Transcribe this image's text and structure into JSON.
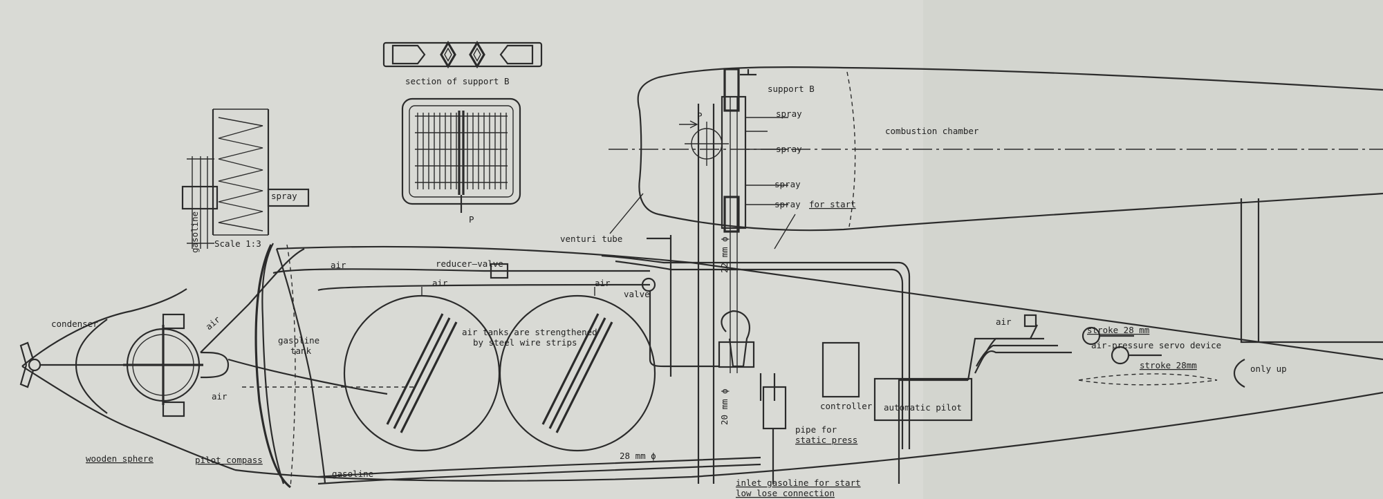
{
  "labels": {
    "section_support_b": "section of support B",
    "p_lower": "P",
    "p_upper": "P",
    "spray_detail": "spray",
    "gasoline_vertical": "gasoline",
    "scale": "Scale 1:3",
    "support_b": "support B",
    "spray_1": "spray",
    "spray_2": "spray",
    "spray_3": "spray",
    "spray_4": "spray",
    "for_start": "for start",
    "combustion_chamber": "combustion  chamber",
    "venturi_tube": "venturi tube",
    "pipe_22mm": "22 mm ϕ",
    "reducer_valve": "reducer–valve",
    "air_top": "air",
    "air_mid_left": "air",
    "air_mid_right": "air",
    "valve": "valve",
    "condenser": "condenser",
    "air_sphere_1": "air",
    "air_sphere_2": "air",
    "gasoline_tank_1": "gasoline",
    "gasoline_tank_2": "tank",
    "air_tanks_note_1": "air tanks are strengthened",
    "air_tanks_note_2": "by steel wire strips",
    "pipe_20mm": "20 mm ϕ",
    "controller": "controller",
    "automatic_pilot": "automatic pilot",
    "air_servo": "air",
    "stroke_1": "stroke 28 mm",
    "servo_device": "air-pressure servo device",
    "stroke_2": "stroke 28mm",
    "only_up": "only up",
    "pipe_static_1": "pipe for",
    "pipe_static_2": "static press",
    "pipe_28mm": "28 mm ϕ",
    "gasoline_line": "gasoline",
    "wooden_sphere": "wooden sphere",
    "pilot_compass": "pilot compass",
    "inlet_1": "inlet gasoline for start",
    "inlet_2": "low  lose  connection"
  },
  "colors": {
    "paper": "#d9dad5",
    "ink": "#2b2b2b"
  }
}
